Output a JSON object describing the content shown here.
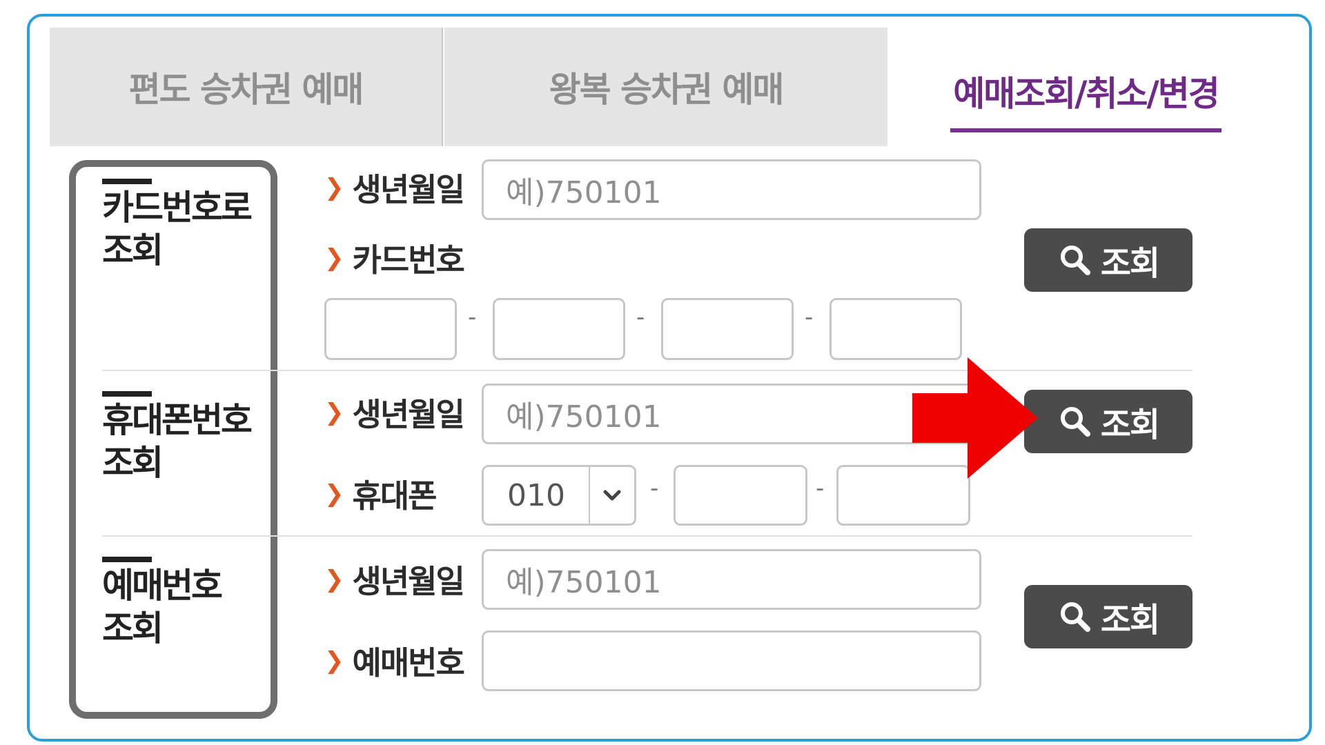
{
  "tabs": [
    {
      "label": "편도 승차권 예매",
      "active": false
    },
    {
      "label": "왕복 승차권 예매",
      "active": false
    },
    {
      "label": "예매조회/취소/변경",
      "active": true
    }
  ],
  "sections": {
    "card": {
      "title": "카드번호로\n조회",
      "birth_label": "생년월일",
      "birth_placeholder": "예)750101",
      "card_label": "카드번호",
      "dash": "-",
      "button_label": "조회"
    },
    "phone": {
      "title": "휴대폰번호\n조회",
      "birth_label": "생년월일",
      "birth_placeholder": "예)750101",
      "phone_label": "휴대폰",
      "phone_prefix": "010",
      "dash": "-",
      "button_label": "조회"
    },
    "reservation": {
      "title": "예매번호\n조회",
      "birth_label": "생년월일",
      "birth_placeholder": "예)750101",
      "resv_label": "예매번호",
      "button_label": "조회"
    }
  },
  "colors": {
    "frame": "#29a0dc",
    "active_tab": "#6e2a86",
    "button": "#4b4b4b",
    "chevron": "#e2571f",
    "annotation_arrow": "#ee0000"
  },
  "icons": {
    "chevron": "chevron-right-icon",
    "search": "search-icon",
    "dropdown": "chevron-down-icon"
  }
}
